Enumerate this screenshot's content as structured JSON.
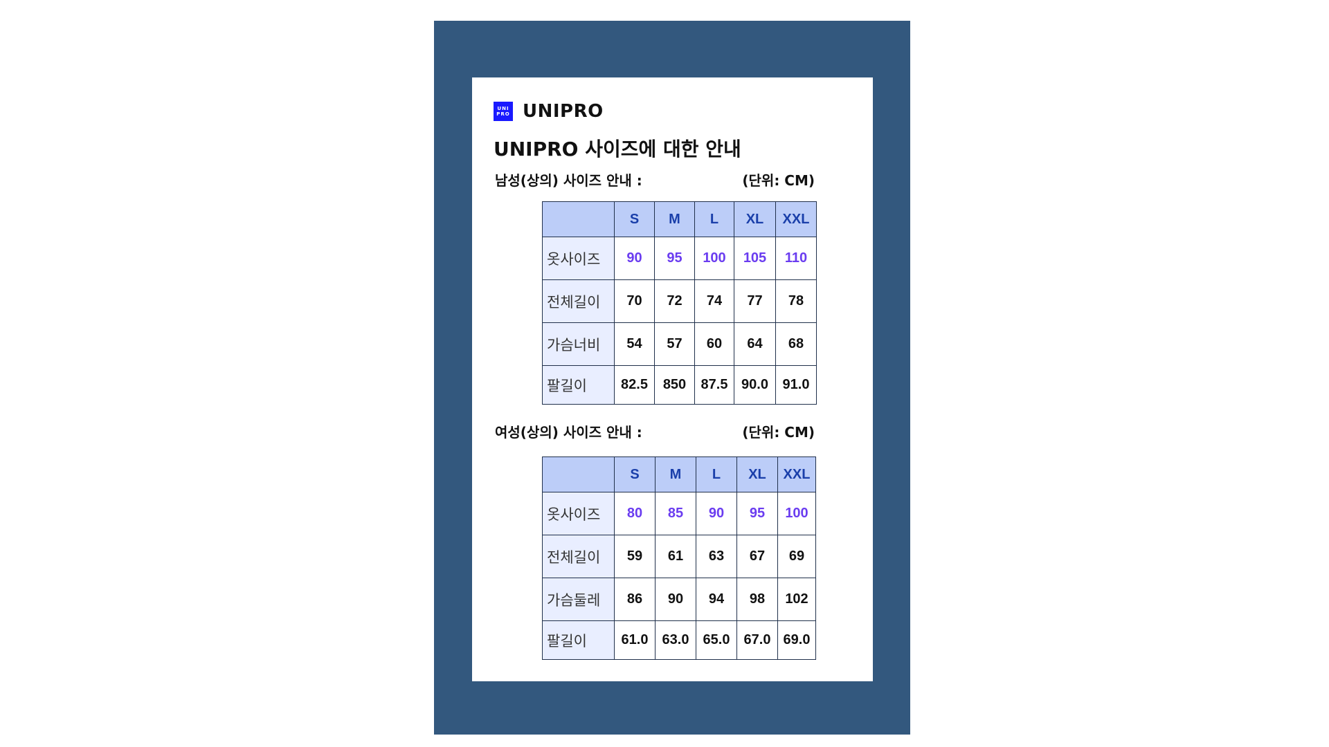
{
  "brand": {
    "logo_line1": "UNI",
    "logo_line2": "PRO",
    "name": "UNIPRO",
    "logo_color": "#1a1aff"
  },
  "page_title": "UNIPRO 사이즈에 대한 안내",
  "colors": {
    "frame": "#33587e",
    "header_bg": "#bccdf8",
    "header_text": "#1a3faa",
    "label_bg": "#e9eeff",
    "size_value": "#6a3cf0"
  },
  "men": {
    "title": "남성(상의) 사이즈 안내 :",
    "unit": "(단위: CM)",
    "columns": [
      "S",
      "M",
      "L",
      "XL",
      "XXL"
    ],
    "rows": [
      {
        "label": "옷사이즈",
        "values": [
          "90",
          "95",
          "100",
          "105",
          "110"
        ]
      },
      {
        "label": "전체길이",
        "values": [
          "70",
          "72",
          "74",
          "77",
          "78"
        ]
      },
      {
        "label": "가슴너비",
        "values": [
          "54",
          "57",
          "60",
          "64",
          "68"
        ]
      },
      {
        "label": "팔길이",
        "values": [
          "82.5",
          "850",
          "87.5",
          "90.0",
          "91.0"
        ]
      }
    ]
  },
  "women": {
    "title": "여성(상의) 사이즈 안내 :",
    "unit": "(단위: CM)",
    "columns": [
      "S",
      "M",
      "L",
      "XL",
      "XXL"
    ],
    "rows": [
      {
        "label": "옷사이즈",
        "values": [
          "80",
          "85",
          "90",
          "95",
          "100"
        ]
      },
      {
        "label": "전체길이",
        "values": [
          "59",
          "61",
          "63",
          "67",
          "69"
        ]
      },
      {
        "label": "가슴둘레",
        "values": [
          "86",
          "90",
          "94",
          "98",
          "102"
        ]
      },
      {
        "label": "팔길이",
        "values": [
          "61.0",
          "63.0",
          "65.0",
          "67.0",
          "69.0"
        ]
      }
    ]
  }
}
